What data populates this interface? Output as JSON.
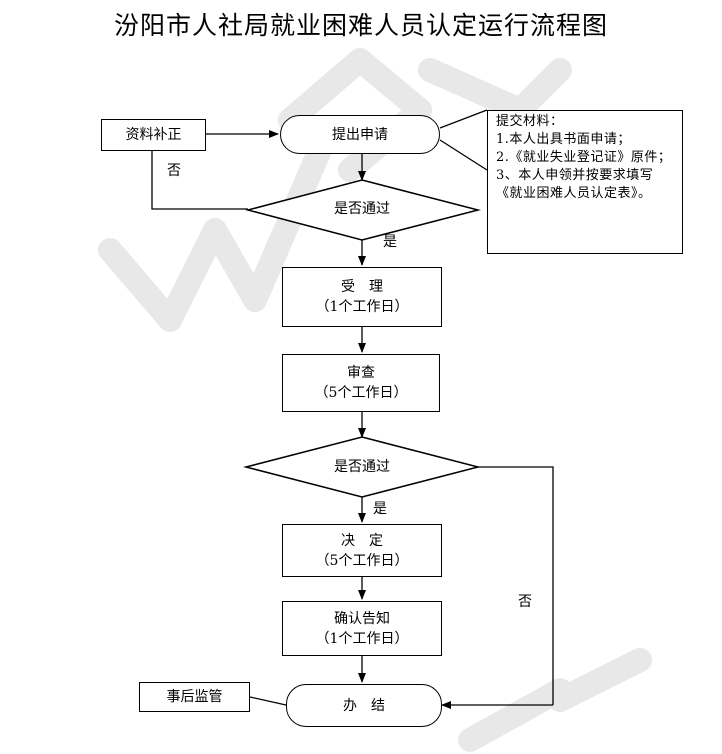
{
  "title": "汾阳市人社局就业困难人员认定运行流程图",
  "nodes": {
    "supplement": "资料补正",
    "submit": "提出申请",
    "check1": "是否通过",
    "accept": {
      "line1": "受　理",
      "line2": "（1个工作日）"
    },
    "review": {
      "line1": "审查",
      "line2": "（5个工作日）"
    },
    "check2": "是否通过",
    "decide": {
      "line1": "决　定",
      "line2": "（5个工作日）"
    },
    "confirm": {
      "line1": "确认告知",
      "line2": "（1个工作日）"
    },
    "supervise": "事后监管",
    "complete": "办　结"
  },
  "note": {
    "heading": "提交材料：",
    "items": [
      "1.本人出具书面申请；",
      "2.《就业失业登记证》原件；",
      "3、本人申领并按要求填写《就业困难人员认定表》。"
    ]
  },
  "labels": {
    "no1": "否",
    "yes1": "是",
    "yes2": "是",
    "no2": "否"
  },
  "colors": {
    "line": "#000000",
    "watermark": "#e6e6e6"
  }
}
